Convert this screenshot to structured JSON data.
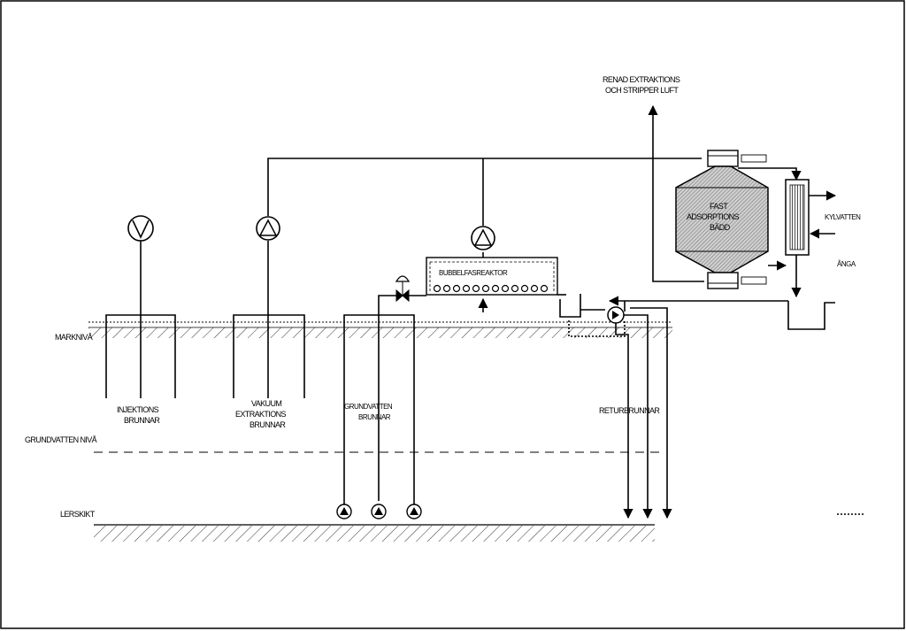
{
  "labels": {
    "markniva": "MARKNIVÅ",
    "grundvatten_niva": "GRUNDVATTEN NIVÅ",
    "lerskikt": "LERSKIKT",
    "injektions_1": "INJEKTIONS",
    "injektions_2": "BRUNNAR",
    "vakuum_1": "VAKUUM",
    "vakuum_2": "EXTRAKTIONS",
    "vakuum_3": "BRUNNAR",
    "grundvatten_1": "GRUNDVATTEN",
    "grundvatten_2": "BRUNNAR",
    "retur": "RETURBRUNNAR",
    "bubbel": "BUBBELFASREAKTOR",
    "fast_1": "FAST",
    "fast_2": "ADSORPTIONS",
    "fast_3": "BÄDD",
    "renad_1": "RENAD EXTRAKTIONS",
    "renad_2": "OCH STRIPPER LUFT",
    "kylvatten": "KYLVATTEN",
    "anga": "ÅNGA"
  },
  "colors": {
    "line": "#000000",
    "background": "#ffffff",
    "bed_hatch": "#8a8a8a"
  },
  "icons": {
    "vacuum_pump": "v-in-circle",
    "blower": "triangle-in-circle",
    "submersible_pump": "triangle-in-circle",
    "control_valve": "bowtie-valve"
  }
}
